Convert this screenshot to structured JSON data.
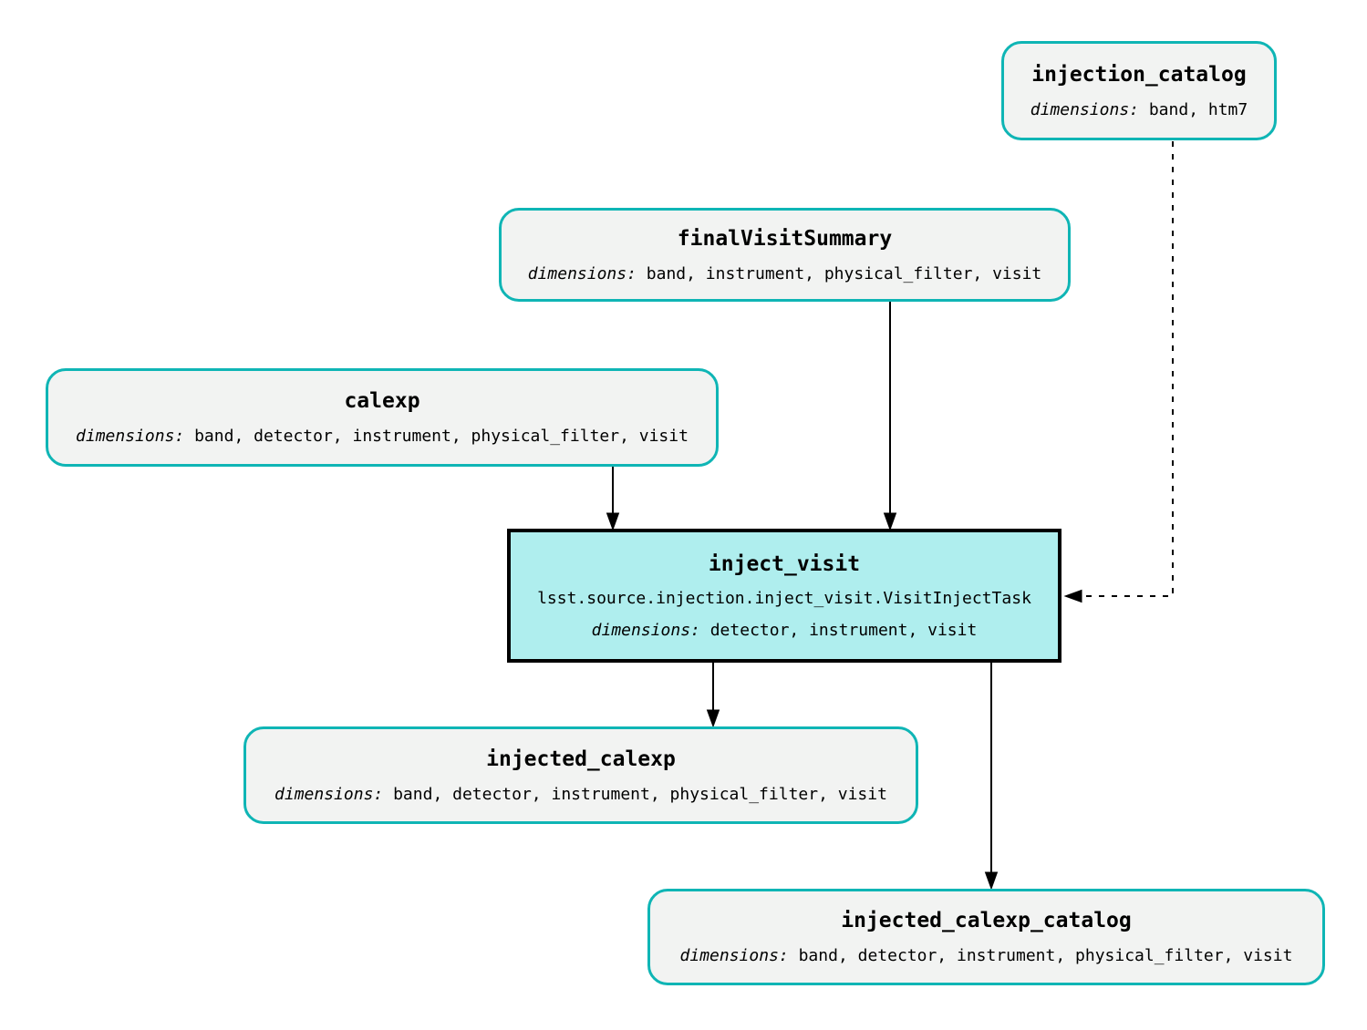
{
  "colors": {
    "background": "#ffffff",
    "text": "#000000",
    "dataset_border": "#0fb5b5",
    "dataset_fill": "#f2f3f2",
    "task_border": "#000000",
    "task_fill": "#afeeee",
    "edge": "#000000"
  },
  "diagram": {
    "nodes": {
      "injection_catalog": {
        "type": "dataset",
        "title": "injection_catalog",
        "dims_label": "dimensions:",
        "dims": "band, htm7"
      },
      "finalVisitSummary": {
        "type": "dataset",
        "title": "finalVisitSummary",
        "dims_label": "dimensions:",
        "dims": "band, instrument, physical_filter, visit"
      },
      "calexp": {
        "type": "dataset",
        "title": "calexp",
        "dims_label": "dimensions:",
        "dims": "band, detector, instrument, physical_filter, visit"
      },
      "inject_visit": {
        "type": "task",
        "title": "inject_visit",
        "task_class": "lsst.source.injection.inject_visit.VisitInjectTask",
        "dims_label": "dimensions:",
        "dims": "detector, instrument, visit"
      },
      "injected_calexp": {
        "type": "dataset",
        "title": "injected_calexp",
        "dims_label": "dimensions:",
        "dims": "band, detector, instrument, physical_filter, visit"
      },
      "injected_calexp_catalog": {
        "type": "dataset",
        "title": "injected_calexp_catalog",
        "dims_label": "dimensions:",
        "dims": "band, detector, instrument, physical_filter, visit"
      }
    },
    "edges": [
      {
        "from": "calexp",
        "to": "inject_visit",
        "style": "solid"
      },
      {
        "from": "finalVisitSummary",
        "to": "inject_visit",
        "style": "solid"
      },
      {
        "from": "injection_catalog",
        "to": "inject_visit",
        "style": "dashed"
      },
      {
        "from": "inject_visit",
        "to": "injected_calexp",
        "style": "solid"
      },
      {
        "from": "inject_visit",
        "to": "injected_calexp_catalog",
        "style": "solid"
      }
    ]
  }
}
